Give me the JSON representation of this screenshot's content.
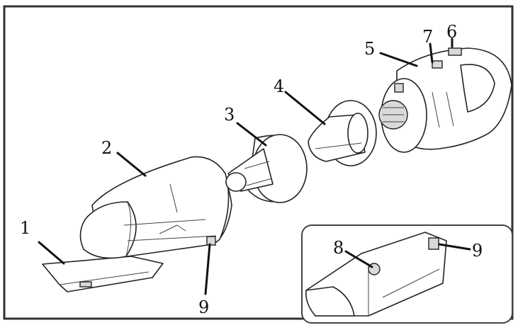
{
  "diagram": {
    "labels": [
      {
        "id": "1",
        "text": "1"
      },
      {
        "id": "2",
        "text": "2"
      },
      {
        "id": "3",
        "text": "3"
      },
      {
        "id": "4",
        "text": "4"
      },
      {
        "id": "5",
        "text": "5"
      },
      {
        "id": "6",
        "text": "6"
      },
      {
        "id": "7",
        "text": "7"
      },
      {
        "id": "8",
        "text": "8"
      },
      {
        "id": "9a",
        "text": "9"
      },
      {
        "id": "9b",
        "text": "9"
      }
    ],
    "parts": [
      "crevice-nozzle",
      "dust-bowl",
      "inner-filter-cone",
      "outer-filter",
      "motor-housing-handle",
      "release-button",
      "power-switch",
      "charging-jack",
      "release-latch"
    ]
  }
}
